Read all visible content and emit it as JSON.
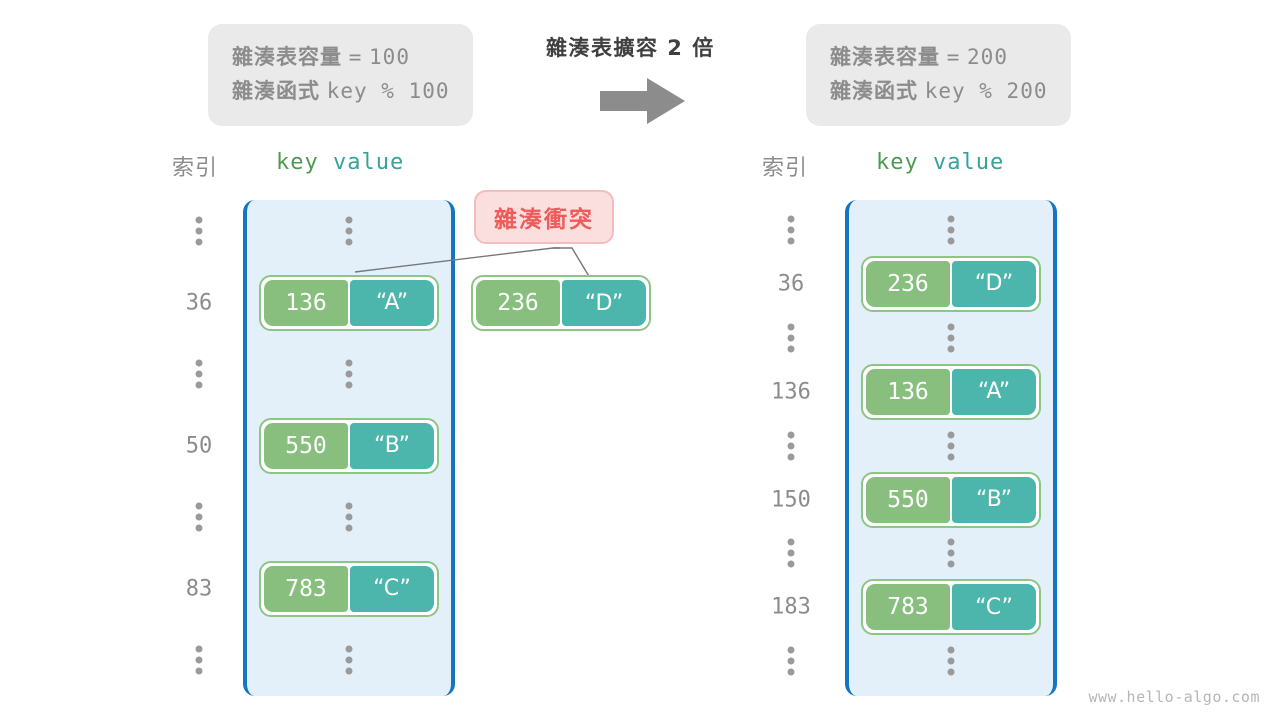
{
  "watermark": "www.hello-algo.com",
  "colors": {
    "key_fill": "#88bf7f",
    "value_fill": "#4cb5ac",
    "pair_border": "#8cc584",
    "table_fill": "#e3f0fa",
    "table_border": "#1576bd",
    "collision_fill": "#fbdede",
    "collision_text": "#ef5a5a",
    "capsule_fill": "#eaeaea",
    "muted_text": "#8c8c8c",
    "arrow": "#8c8c8c"
  },
  "transition": {
    "label": "雜湊表擴容 2 倍",
    "arrow_icon": "arrow-right-icon"
  },
  "before": {
    "capsule": {
      "capacity_label": "雜湊表容量",
      "capacity_eq": "=",
      "capacity_value": "100",
      "function_label": "雜湊函式",
      "function_expr": "key % 100"
    },
    "headers": {
      "index": "索引",
      "key": "key",
      "value": "value"
    },
    "rows": [
      {
        "type": "gap",
        "index": "⋮"
      },
      {
        "type": "entry",
        "index": "36",
        "key": "136",
        "value": "“A”"
      },
      {
        "type": "gap",
        "index": "⋮"
      },
      {
        "type": "entry",
        "index": "50",
        "key": "550",
        "value": "“B”"
      },
      {
        "type": "gap",
        "index": "⋮"
      },
      {
        "type": "entry",
        "index": "83",
        "key": "783",
        "value": "“C”"
      },
      {
        "type": "gap",
        "index": "⋮"
      }
    ],
    "collision": {
      "badge": "雜湊衝突",
      "orphan_key": "236",
      "orphan_value": "“D”"
    }
  },
  "after": {
    "capsule": {
      "capacity_label": "雜湊表容量",
      "capacity_eq": "=",
      "capacity_value": "200",
      "function_label": "雜湊函式",
      "function_expr": "key % 200"
    },
    "headers": {
      "index": "索引",
      "key": "key",
      "value": "value"
    },
    "rows": [
      {
        "type": "gap",
        "index": "⋮"
      },
      {
        "type": "entry",
        "index": "36",
        "key": "236",
        "value": "“D”"
      },
      {
        "type": "gap",
        "index": "⋮"
      },
      {
        "type": "entry",
        "index": "136",
        "key": "136",
        "value": "“A”"
      },
      {
        "type": "gap",
        "index": "⋮"
      },
      {
        "type": "entry",
        "index": "150",
        "key": "550",
        "value": "“B”"
      },
      {
        "type": "gap",
        "index": "⋮"
      },
      {
        "type": "entry",
        "index": "183",
        "key": "783",
        "value": "“C”"
      },
      {
        "type": "gap",
        "index": "⋮"
      }
    ]
  }
}
